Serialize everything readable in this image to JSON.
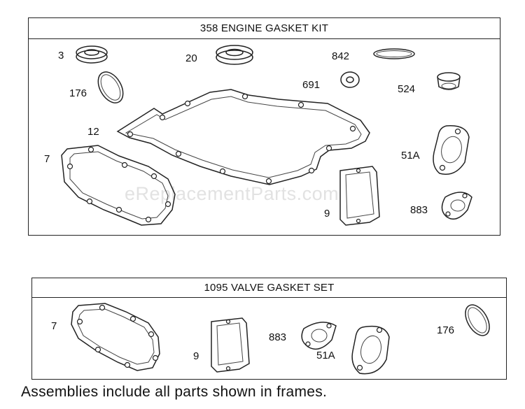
{
  "kit_358": {
    "title": "358 ENGINE GASKET KIT",
    "callouts": {
      "p3": "3",
      "p20": "20",
      "p842": "842",
      "p176": "176",
      "p691": "691",
      "p524": "524",
      "p12": "12",
      "p51a": "51A",
      "p7": "7",
      "p9": "9",
      "p883": "883"
    }
  },
  "kit_1095": {
    "title": "1095 VALVE GASKET SET",
    "callouts": {
      "p7": "7",
      "p9": "9",
      "p883": "883",
      "p51a": "51A",
      "p176": "176"
    }
  },
  "watermark": "eReplacementParts.com",
  "footnote": "Assemblies include all parts shown in frames."
}
